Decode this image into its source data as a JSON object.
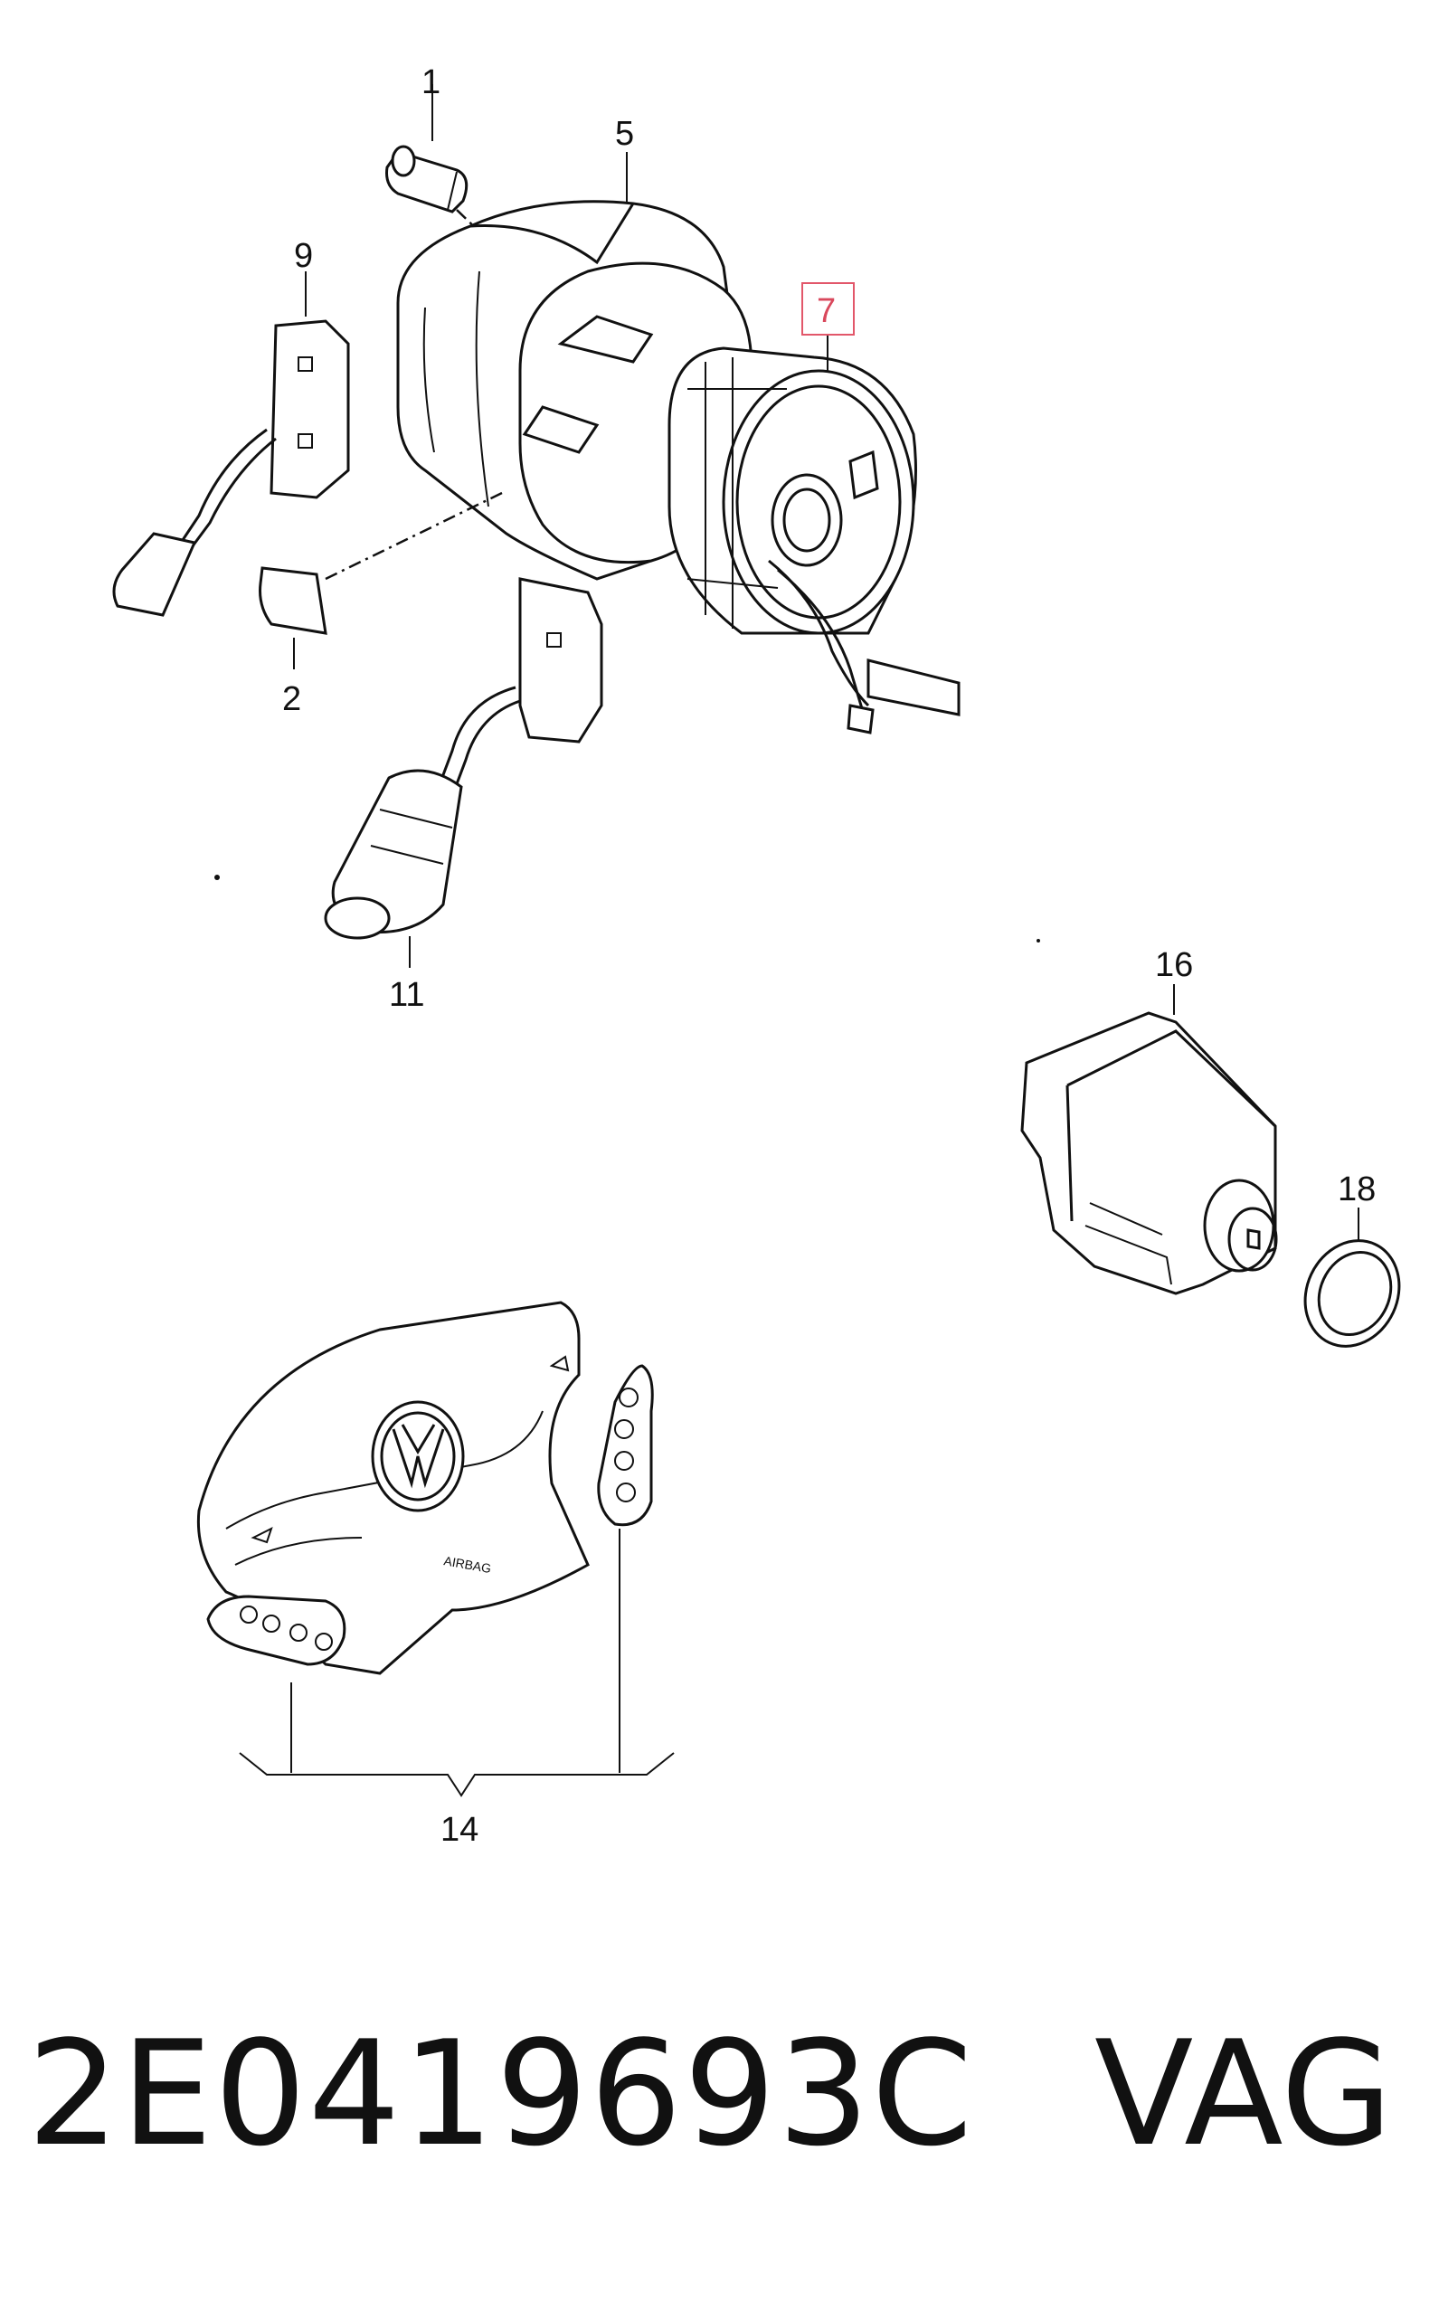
{
  "diagram": {
    "labels": {
      "p1": "1",
      "p2": "2",
      "p5": "5",
      "p7": "7",
      "p9": "9",
      "p11": "11",
      "p14": "14",
      "p16": "16",
      "p18": "18"
    },
    "airbag_text": "AIRBAG",
    "highlighted_part": "7",
    "highlight_color": "#e2576a"
  },
  "footer": {
    "part_number": "2E0419693C",
    "brand": "VAG"
  }
}
